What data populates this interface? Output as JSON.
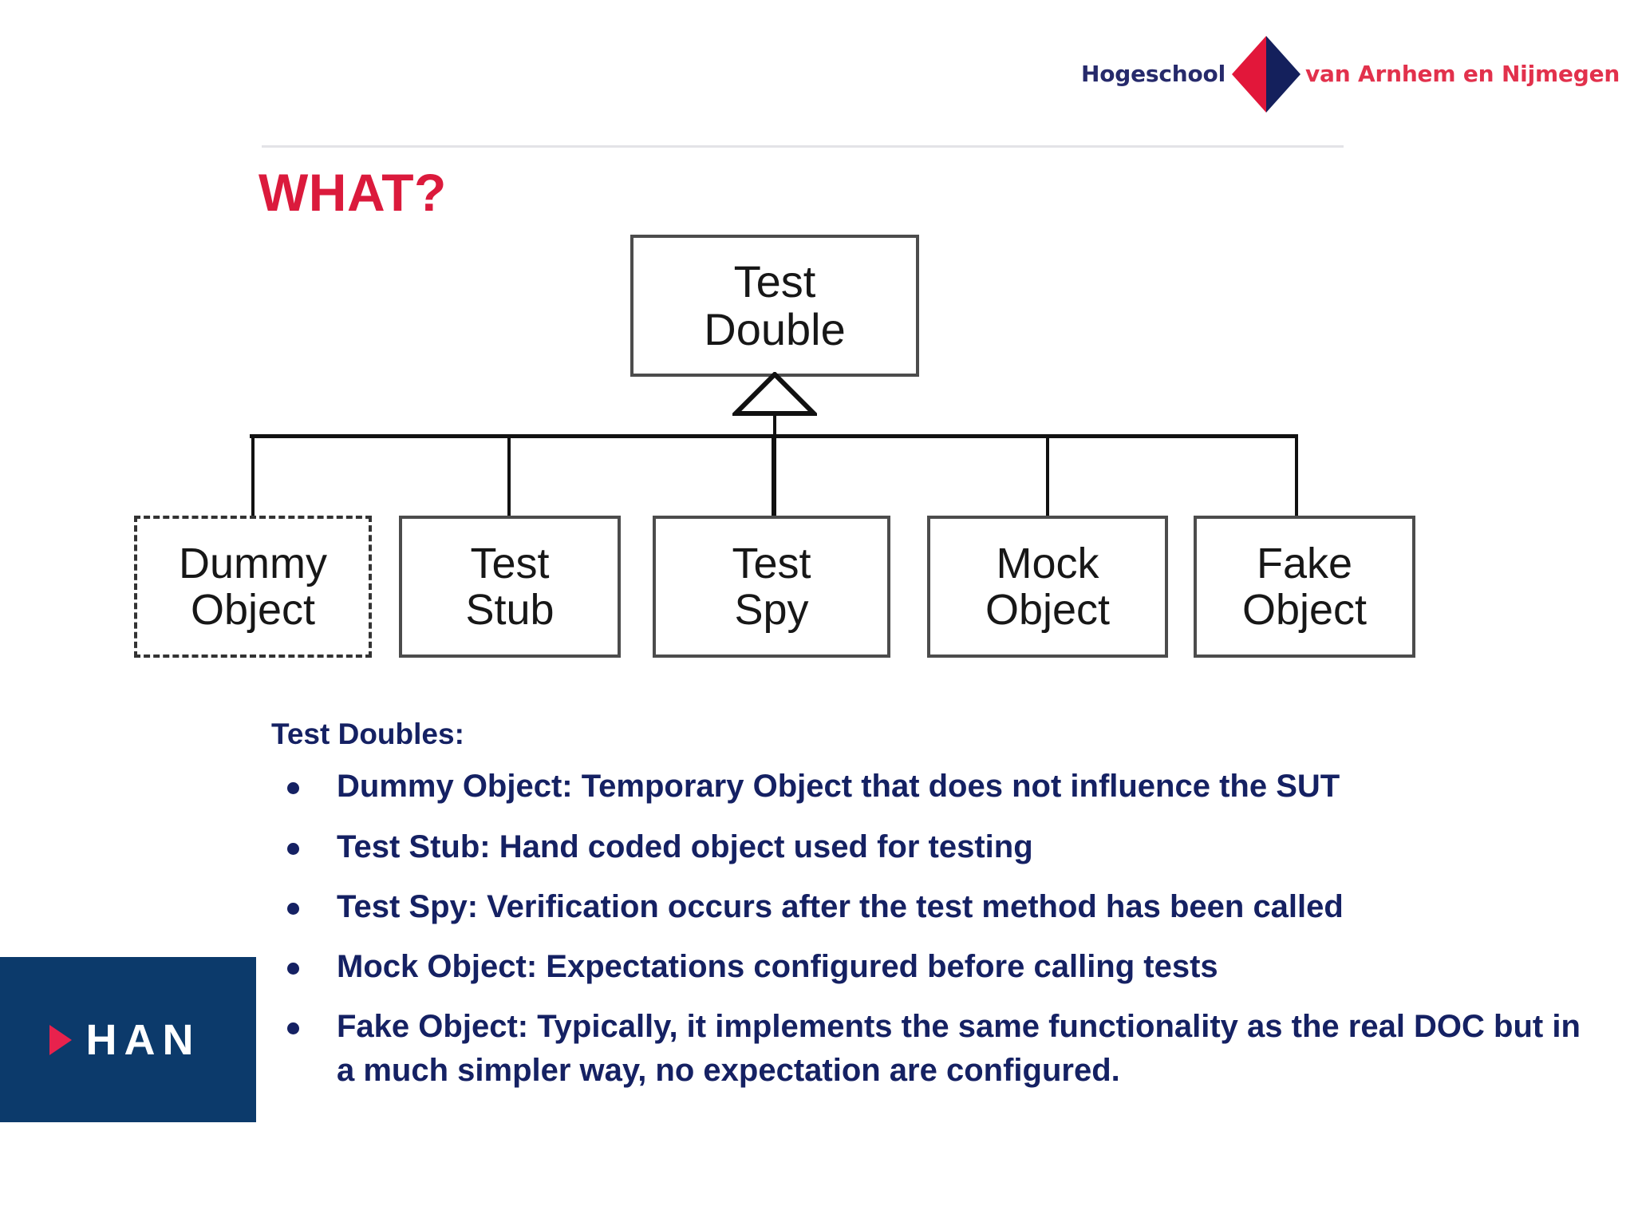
{
  "header": {
    "logo": {
      "left_word": "Hogeschool",
      "right_word": "van Arnhem en Nijmegen",
      "diamond_red": "#e2173a",
      "diamond_navy": "#14205c",
      "left_color": "#262a6b",
      "right_color": "#e2314c"
    }
  },
  "slide": {
    "title": "WHAT?",
    "title_color": "#db1a3c",
    "divider_color": "#e3e3e7"
  },
  "diagram": {
    "type": "uml-class-hierarchy",
    "root": {
      "line1": "Test",
      "line2": "Double",
      "border_style": "solid"
    },
    "children": [
      {
        "line1": "Dummy",
        "line2": "Object",
        "border_style": "dashed"
      },
      {
        "line1": "Test",
        "line2": "Stub",
        "border_style": "solid"
      },
      {
        "line1": "Test",
        "line2": "Spy",
        "border_style": "solid"
      },
      {
        "line1": "Mock",
        "line2": "Object",
        "border_style": "solid"
      },
      {
        "line1": "Fake",
        "line2": "Object",
        "border_style": "solid"
      }
    ],
    "connector_color": "#111111",
    "box_border_color": "#4c4c4c"
  },
  "content": {
    "heading": "Test Doubles:",
    "text_color": "#152163",
    "bullets": [
      "Dummy Object: Temporary Object that does not influence the SUT",
      "Test Stub: Hand coded object used for testing",
      "Test Spy: Verification occurs after the test method has been called",
      "Mock Object: Expectations configured before calling tests",
      "Fake Object:  Typically, it implements the same functionality as the real DOC but in a much simpler way, no expectation are configured."
    ]
  },
  "footer": {
    "han_logo": {
      "text": "HAN",
      "background": "#0c3a6b",
      "arrow_color": "#e8224d",
      "text_color": "#ffffff"
    }
  }
}
